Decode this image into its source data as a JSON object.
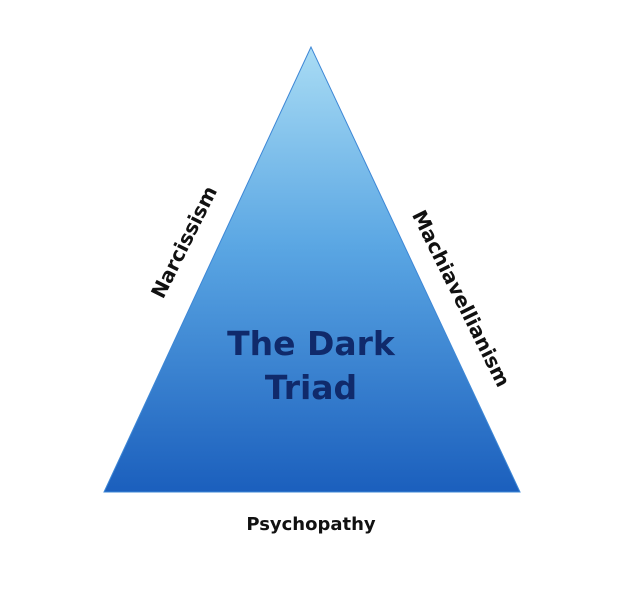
{
  "diagram": {
    "center_title_line1": "The Dark",
    "center_title_line2": "Triad",
    "side_left": "Narcissism",
    "side_right": "Machiavellianism",
    "side_bottom": "Psychopathy"
  },
  "colors": {
    "triangle_top": "#a9dcf4",
    "triangle_bottom": "#1b5fbd",
    "title_text": "#102a6b",
    "label_text": "#111111"
  }
}
